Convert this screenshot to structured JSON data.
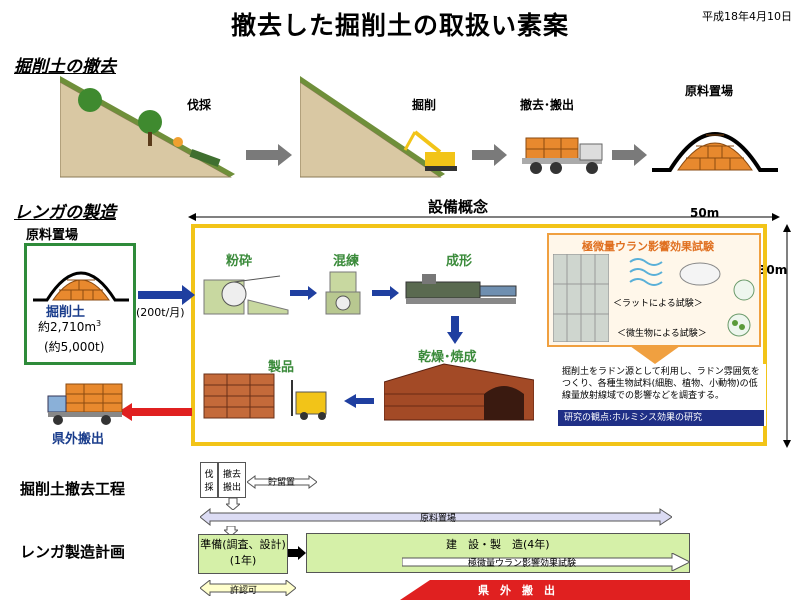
{
  "title": "撤去した掘削土の取扱い素案",
  "date": "平成18年4月10日",
  "sections": {
    "removal": "掘削土の撤去",
    "brick": "レンガの製造"
  },
  "removal_steps": {
    "felling": "伐採",
    "excavation": "掘削",
    "transport": "撤去･搬出",
    "stockyard": "原料置場"
  },
  "facility": {
    "concept": "設備概念",
    "width": "50m",
    "height": "30m"
  },
  "raw_material": {
    "heading": "原料置場",
    "name": "掘削土",
    "volume_prefix": "約2,710m",
    "volume_exp": "3",
    "weight": "(約5,000t)",
    "rate": "(200t/月)"
  },
  "process": {
    "crush": "粉砕",
    "knead": "混練",
    "form": "成形",
    "dry_fire": "乾燥･焼成",
    "product": "製品",
    "ship_out": "県外搬出"
  },
  "uranium_test": {
    "title": "極微量ウラン影響効果試験",
    "rat": "＜ラットによる試験＞",
    "microbe": "＜微生物による試験＞",
    "description": "掘削土をラドン源として利用し、ラドン雰囲気をつくり、各種生物試料(細胞、植物、小動物)の低線量放射線域での影響などを調査する。",
    "viewpoint": "研究の観点:ホルミシス効果の研究"
  },
  "schedule": {
    "removal_label": "掘削土撤去工程",
    "brick_label": "レンガ製造計画",
    "felling": "伐採",
    "removal_out": "撤去搬出",
    "storage": "貯留置",
    "stockyard": "原料置場",
    "prep": "準備(調査、設計)",
    "prep_years": "(1年)",
    "build": "建　設・製　造(4年)",
    "test": "極微量ウラン影響効果試験",
    "permit": "許認可",
    "export": "県　外　搬　出"
  },
  "colors": {
    "green_box": "#2e8b3a",
    "gold_frame": "#f2c418",
    "arrow_blue": "#1f3fa0",
    "arrow_red": "#e02020",
    "arrow_gray": "#7a7a7a",
    "brick": "#e8892e",
    "timeline_green": "#d5f0a8"
  }
}
